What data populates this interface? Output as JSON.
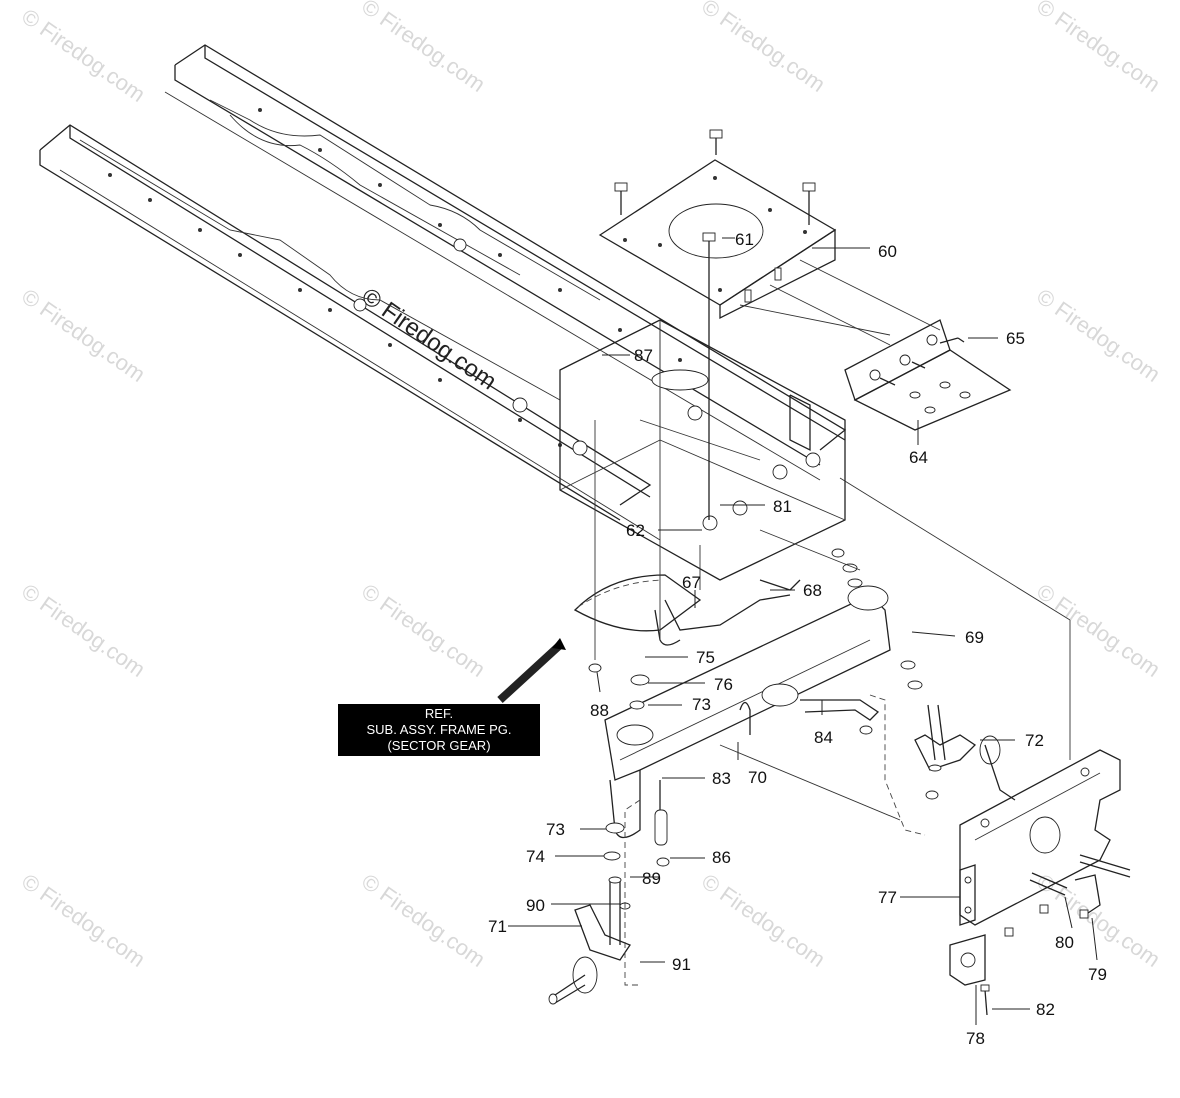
{
  "watermark": {
    "small": "© Firedog.com",
    "main": "© Firedog.com"
  },
  "ref_box": {
    "line1": "REF.",
    "line2": "SUB. ASSY. FRAME PG.",
    "line3": "(SECTOR GEAR)"
  },
  "part_labels": {
    "p60": "60",
    "p61": "61",
    "p62": "62",
    "p64": "64",
    "p65": "65",
    "p67": "67",
    "p68": "68",
    "p69": "69",
    "p70": "70",
    "p71": "71",
    "p72": "72",
    "p73a": "73",
    "p73b": "73",
    "p74": "74",
    "p75": "75",
    "p76": "76",
    "p77": "77",
    "p78": "78",
    "p79": "79",
    "p80": "80",
    "p81": "81",
    "p82": "82",
    "p83": "83",
    "p84": "84",
    "p86": "86",
    "p87": "87",
    "p88": "88",
    "p89": "89",
    "p90": "90",
    "p91": "91"
  },
  "colors": {
    "line": "#222222",
    "background": "#ffffff",
    "ref_box": "#000000",
    "watermark": "#d8d8d8"
  }
}
